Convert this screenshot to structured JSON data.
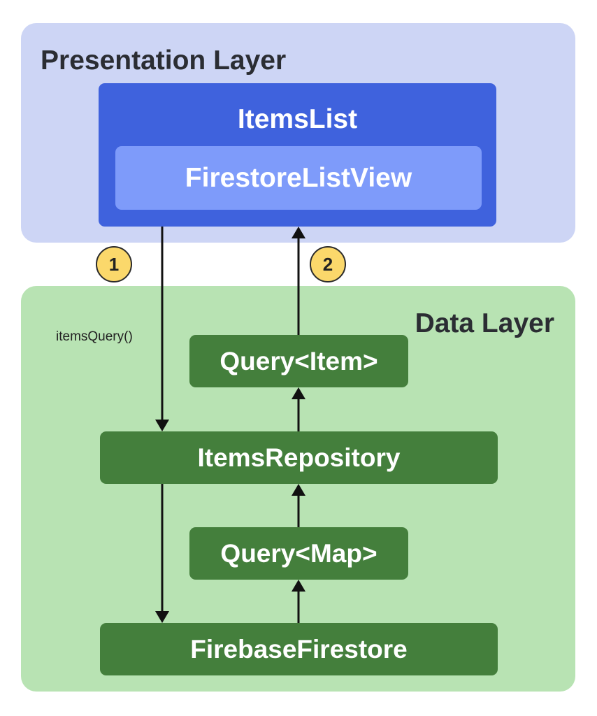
{
  "presentation_layer": {
    "title": "Presentation Layer",
    "items_list": "ItemsList",
    "firestore_list_view": "FirestoreListView"
  },
  "data_layer": {
    "title": "Data Layer",
    "query_item": "Query<Item>",
    "items_repository": "ItemsRepository",
    "query_map": "Query<Map>",
    "firebase_firestore": "FirebaseFirestore"
  },
  "steps": {
    "step1": "1",
    "step2": "2",
    "call_label": "itemsQuery()"
  },
  "colors": {
    "presentation_bg": "#cdd5f5",
    "data_bg": "#b8e3b3",
    "items_list_bg": "#3f62dd",
    "list_view_bg": "#7e9bfa",
    "data_node_bg": "#447f3c",
    "badge_bg": "#fbd86b"
  }
}
